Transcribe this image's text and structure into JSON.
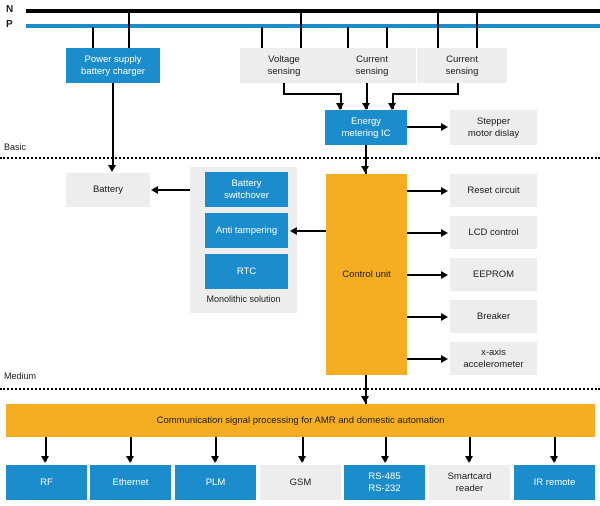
{
  "diagram": {
    "rails": [
      {
        "id": "neutral",
        "label": "N",
        "color": "#000000"
      },
      {
        "id": "phase",
        "label": "P",
        "color": "#1b8ccc"
      }
    ],
    "tiers": [
      {
        "id": "basic",
        "label": "Basic"
      },
      {
        "id": "medium",
        "label": "Medium"
      }
    ],
    "colors": {
      "blue": "#1b8ccc",
      "gray": "#ededed",
      "orange": "#f5ad22",
      "line": "#000000",
      "text_light": "#ffffff",
      "text_dark": "#1a1a1a"
    },
    "blocks": {
      "power_supply": {
        "label": "Power supply\nbattery charger",
        "line1": "Power supply",
        "line2": "battery charger",
        "style": "blue"
      },
      "voltage_sensing": {
        "line1": "Voltage",
        "line2": "sensing",
        "style": "gray"
      },
      "current_sensing_1": {
        "line1": "Current",
        "line2": "sensing",
        "style": "gray"
      },
      "current_sensing_2": {
        "line1": "Current",
        "line2": "sensing",
        "style": "gray"
      },
      "energy_metering": {
        "line1": "Energy",
        "line2": "metering IC",
        "style": "blue"
      },
      "stepper_motor": {
        "line1": "Stepper",
        "line2": "motor dislay",
        "style": "gray"
      },
      "battery": {
        "line1": "Battery",
        "style": "gray"
      },
      "battery_switchover": {
        "line1": "Battery",
        "line2": "switchover",
        "style": "blue"
      },
      "anti_tampering": {
        "line1": "Anti tampering",
        "style": "blue"
      },
      "rtc": {
        "line1": "RTC",
        "style": "blue"
      },
      "monolithic": {
        "label": "Monolithic solution"
      },
      "control_unit": {
        "line1": "Control unit",
        "style": "orange"
      },
      "reset_circuit": {
        "line1": "Reset circuit",
        "style": "gray"
      },
      "lcd_control": {
        "line1": "LCD control",
        "style": "gray"
      },
      "eeprom": {
        "line1": "EEPROM",
        "style": "gray"
      },
      "breaker": {
        "line1": "Breaker",
        "style": "gray"
      },
      "accelerometer": {
        "line1": "x-axis",
        "line2": "accelerometer",
        "style": "gray"
      },
      "comm_bar": {
        "label": "Communication signal processing for AMR and domestic automation",
        "style": "orange"
      }
    },
    "comm_outputs": [
      {
        "id": "rf",
        "line1": "RF",
        "line2": "",
        "style": "blue"
      },
      {
        "id": "ethernet",
        "line1": "Ethernet",
        "line2": "",
        "style": "blue"
      },
      {
        "id": "plm",
        "line1": "PLM",
        "line2": "",
        "style": "blue"
      },
      {
        "id": "gsm",
        "line1": "GSM",
        "line2": "",
        "style": "gray"
      },
      {
        "id": "rs485",
        "line1": "RS-485",
        "line2": "RS-232",
        "style": "blue"
      },
      {
        "id": "smartcard",
        "line1": "Smartcard",
        "line2": "reader",
        "style": "gray"
      },
      {
        "id": "irremote",
        "line1": "IR remote",
        "line2": "",
        "style": "blue"
      }
    ]
  }
}
